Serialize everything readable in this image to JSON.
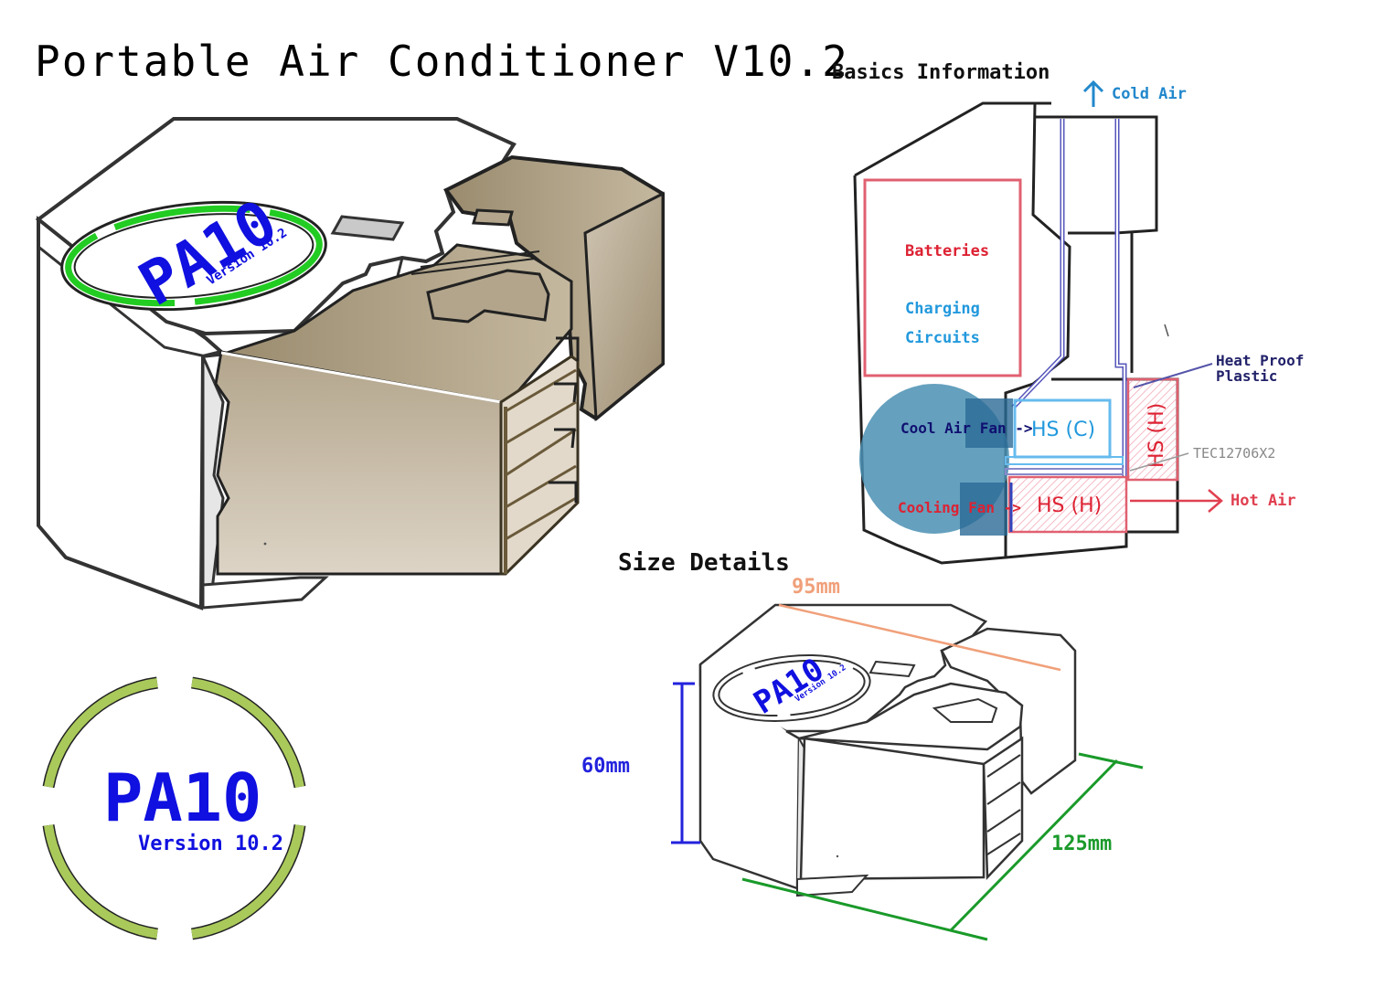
{
  "title": "Portable Air Conditioner V10.2",
  "main_device": {
    "logo": "PA10",
    "version": "Version 10.2"
  },
  "big_logo": {
    "text": "PA10",
    "version": "Version 10.2"
  },
  "basics": {
    "heading": "Basics Information",
    "cold_air": "Cold Air",
    "batteries": "Batteries",
    "charging_line1": "Charging",
    "charging_line2": "Circuits",
    "heat_proof_line1": "Heat Proof",
    "heat_proof_line2": "Plastic",
    "cool_air_fan": "Cool Air Fan ->",
    "cooling_fan": "Cooling Fan ->",
    "hs_c": "HS (C)",
    "hs_h_box": "HS (H)",
    "hs_h_vertical": "HS (H)",
    "tec": "TEC12706X2",
    "hot_air": "Hot Air"
  },
  "size": {
    "heading": "Size Details",
    "small_logo": "PA10",
    "small_version": "Version 10.2",
    "width": "95mm",
    "height": "60mm",
    "depth": "125mm"
  },
  "colors": {
    "ring_green": "#22cc22",
    "ring_olive": "#a9c95a",
    "logo_blue": "#1010e0",
    "batteries_red": "#dd2233",
    "charging_blue": "#2299dd",
    "fan_circle": "#4a8fb3",
    "dim_orange": "#f0a07a",
    "dim_green": "#1a9a2a",
    "dim_blue": "#2222dd",
    "brown_front": "#b5a990"
  }
}
